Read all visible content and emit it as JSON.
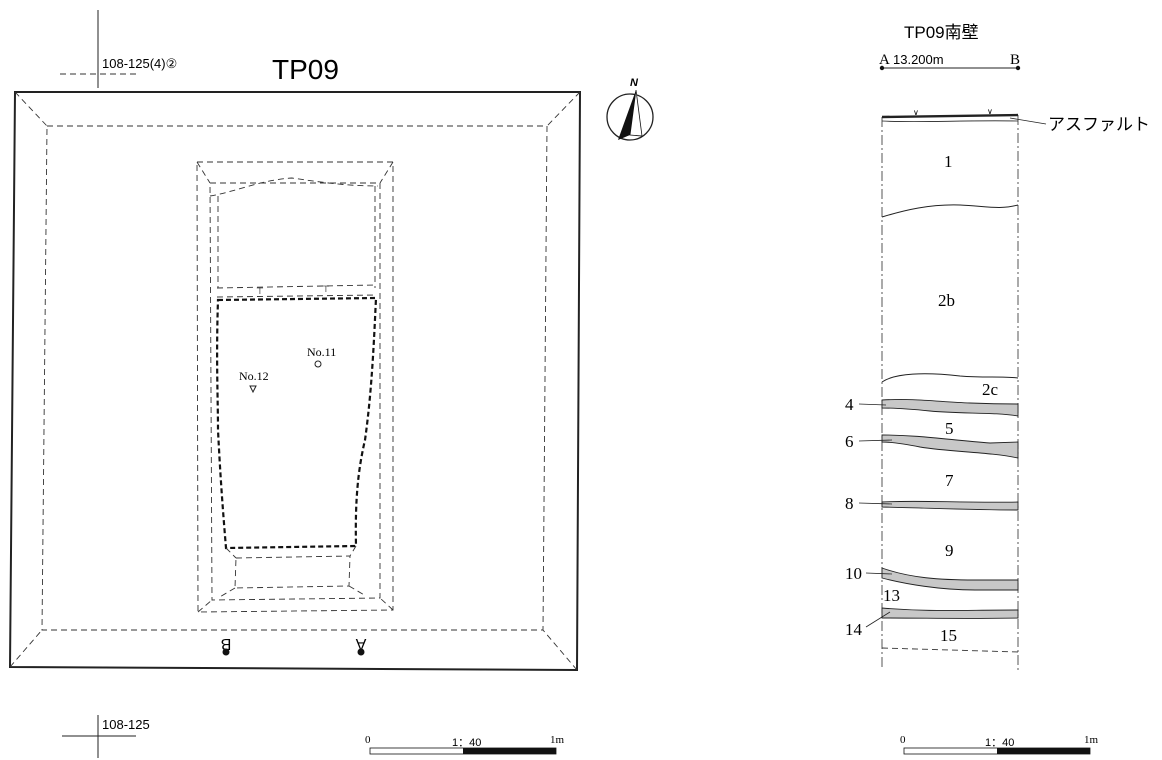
{
  "plan": {
    "title": "TP09",
    "grid_ref_top": "108-125(4)②",
    "grid_ref_bottom": "108-125",
    "finds": [
      "No.11",
      "No.12"
    ],
    "section_points": [
      "A",
      "B"
    ],
    "north": "N"
  },
  "section": {
    "title": "TP09南壁",
    "point_a": "A",
    "point_b": "B",
    "elevation": "13.200m",
    "surface_label": "アスファルト",
    "layers_inside": [
      "1",
      "2b",
      "2c",
      "5",
      "7",
      "9",
      "13",
      "15"
    ],
    "layers_leader": [
      "4",
      "6",
      "8",
      "10",
      "14"
    ]
  },
  "scales": {
    "left": {
      "start": "0",
      "ratio": "1：40",
      "end": "1m"
    },
    "right": {
      "start": "0",
      "ratio": "1：40",
      "end": "1m"
    }
  }
}
